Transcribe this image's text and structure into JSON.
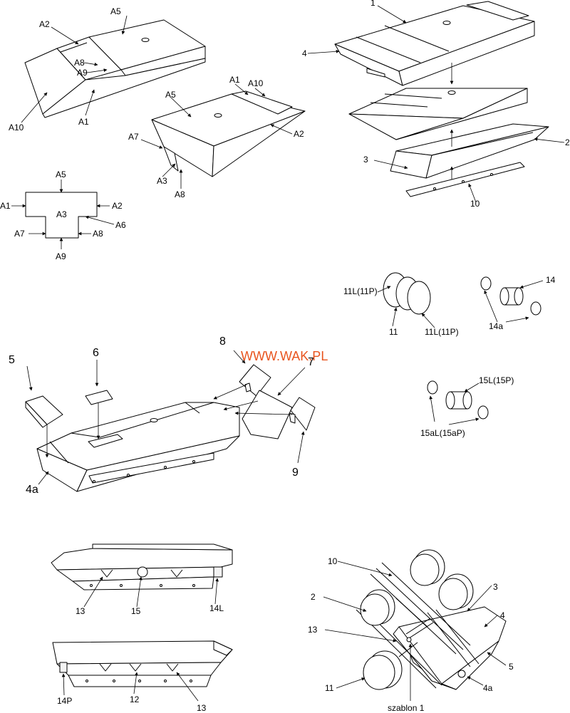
{
  "watermark": {
    "text": "WWW.WAK.PL",
    "color": "#e8541e"
  },
  "labels": {
    "a1": "1",
    "a2": "2",
    "a3": "3",
    "a4": "4",
    "a10": "10",
    "b5": "5",
    "b6": "6",
    "b7": "7",
    "b8": "8",
    "b9": "9",
    "b4a": "4a",
    "c11L": "11L(11P)",
    "c11": "11",
    "c11L2": "11L(11P)",
    "c14": "14",
    "c14a": "14a",
    "c15L": "15L(15P)",
    "c15aL": "15aL(15aP)",
    "d13": "13",
    "d15": "15",
    "d14L": "14L",
    "e14P": "14P",
    "e12": "12",
    "e13": "13",
    "f10": "10",
    "f3": "3",
    "f2": "2",
    "f4": "4",
    "f13": "13",
    "f5": "5",
    "f11": "11",
    "f4a": "4a",
    "fszablon": "szablon 1",
    "p1_A5": "A5",
    "p1_A2": "A2",
    "p1_A8": "A8",
    "p1_A9": "A9",
    "p1_A10": "A10",
    "p1_A1": "A1",
    "p2_A1": "A1",
    "p2_A10": "A10",
    "p2_A5": "A5",
    "p2_A7": "A7",
    "p2_A3": "A3",
    "p2_A8": "A8",
    "p2_A2": "A2",
    "t_A5": "A5",
    "t_A1": "A1",
    "t_A3": "A3",
    "t_A2": "A2",
    "t_A6": "A6",
    "t_A7": "A7",
    "t_A8": "A8",
    "t_A9": "A9"
  }
}
